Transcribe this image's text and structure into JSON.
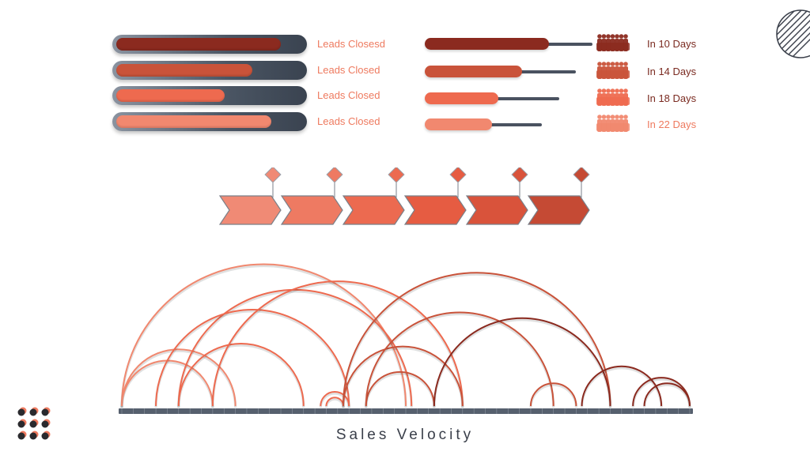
{
  "colors": {
    "dark": "#8b2a1f",
    "mid": "#c9533a",
    "light": "#ee6a4f",
    "lighter": "#f1886f",
    "track": "#4a5563",
    "axis": "#56606e"
  },
  "progress_bars": [
    {
      "label": "Leads Closesd",
      "fill": 0.88,
      "color": "#8b2a1f",
      "label_color": "#ee7a5f"
    },
    {
      "label": "Leads Closed",
      "fill": 0.73,
      "color": "#c9533a",
      "label_color": "#ee7a5f"
    },
    {
      "label": "Leads Closed",
      "fill": 0.58,
      "color": "#ee6a4f",
      "label_color": "#ee7a5f"
    },
    {
      "label": "Leads Closed",
      "fill": 0.83,
      "color": "#f1886f",
      "label_color": "#ee7a5f"
    }
  ],
  "day_rows": [
    {
      "label": "In 10 Days",
      "pill_fraction": 0.74,
      "stick_fraction": 1.0,
      "color": "#8b2a1f",
      "label_color": "#7a2a20",
      "icon": "people-group-icon"
    },
    {
      "label": "In 14 Days",
      "pill_fraction": 0.58,
      "stick_fraction": 0.9,
      "color": "#c9533a",
      "label_color": "#7a2a20",
      "icon": "people-group-icon"
    },
    {
      "label": "In 18 Days",
      "pill_fraction": 0.44,
      "stick_fraction": 0.8,
      "color": "#ee6a4f",
      "label_color": "#7a2a20",
      "icon": "people-group-icon"
    },
    {
      "label": "In 22 Days",
      "pill_fraction": 0.4,
      "stick_fraction": 0.7,
      "color": "#f1886f",
      "label_color": "#ee7a5f",
      "icon": "people-group-icon"
    }
  ],
  "chevrons": [
    {
      "color": "#f08a75"
    },
    {
      "color": "#ee7a62"
    },
    {
      "color": "#ec6a50"
    },
    {
      "color": "#e65c42"
    },
    {
      "color": "#d9533b"
    },
    {
      "color": "#c54a34"
    }
  ],
  "chart_data": {
    "type": "arc",
    "title": "Sales Velocity",
    "axis_range": [
      0,
      100
    ],
    "arcs": [
      {
        "start": 0,
        "end": 50,
        "series": "lighter"
      },
      {
        "start": 0,
        "end": 20,
        "series": "lighter"
      },
      {
        "start": 0,
        "end": 16,
        "series": "lighter"
      },
      {
        "start": 10,
        "end": 51,
        "series": "light"
      },
      {
        "start": 6,
        "end": 40,
        "series": "light"
      },
      {
        "start": 10,
        "end": 32,
        "series": "light"
      },
      {
        "start": 16,
        "end": 60,
        "series": "light"
      },
      {
        "start": 35,
        "end": 40,
        "series": "light"
      },
      {
        "start": 36,
        "end": 39,
        "series": "light"
      },
      {
        "start": 39,
        "end": 86,
        "series": "mid"
      },
      {
        "start": 39,
        "end": 60,
        "series": "mid"
      },
      {
        "start": 43,
        "end": 55,
        "series": "mid"
      },
      {
        "start": 43,
        "end": 76,
        "series": "mid"
      },
      {
        "start": 72,
        "end": 80,
        "series": "mid"
      },
      {
        "start": 55,
        "end": 86,
        "series": "dark"
      },
      {
        "start": 81,
        "end": 95,
        "series": "dark"
      },
      {
        "start": 90,
        "end": 100,
        "series": "dark"
      },
      {
        "start": 92,
        "end": 100,
        "series": "dark"
      }
    ]
  },
  "labels": {
    "chart_title": "Sales Velocity"
  }
}
